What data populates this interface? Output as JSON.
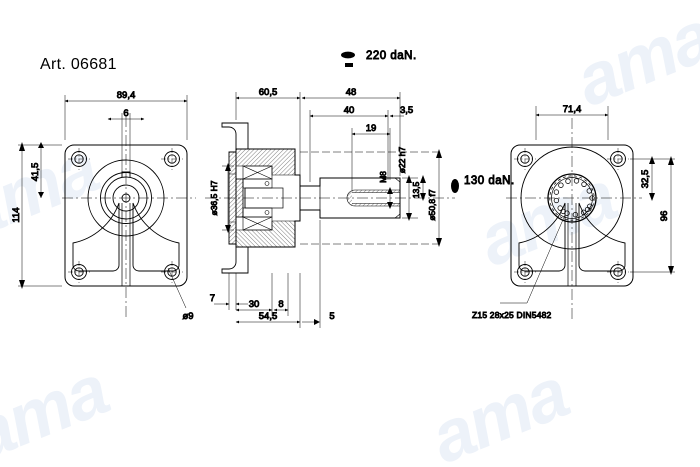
{
  "document": {
    "title": "Art. 06681",
    "brand_watermark": "ama"
  },
  "annotations": {
    "axial_load": "220 daN.",
    "radial_load": "130 daN.",
    "spline_spec": "Z15 28x25 DIN5482"
  },
  "views": {
    "front": {
      "name": "Mounting flange view",
      "dimensions": {
        "width_total": "89,4",
        "width_center": "6",
        "height_total": "114",
        "height_half": "41,5",
        "hole_dia": "ø9"
      }
    },
    "section": {
      "name": "Cross section view",
      "dimensions": {
        "body_length": "60,5",
        "shaft_length": "48",
        "shaft_step": "40",
        "shaft_tip": "3,5",
        "thread_depth": "19",
        "thread": "M8",
        "shaft_dia": "ø22 h7",
        "key_height": "13,5",
        "pilot_dia": "ø50,8 f7",
        "bore_dia": "ø36,5 H7",
        "flange_thk": "7",
        "dim_30": "30",
        "dim_8": "8",
        "dim_54_5": "54,5",
        "dim_5": "5"
      }
    },
    "rear": {
      "name": "Splined shaft end view",
      "dimensions": {
        "width": "71,4",
        "height_half": "32,5",
        "height_total": "96"
      }
    }
  },
  "colors": {
    "line": "#000000",
    "watermark": "#edf2f9",
    "background": "#ffffff"
  }
}
